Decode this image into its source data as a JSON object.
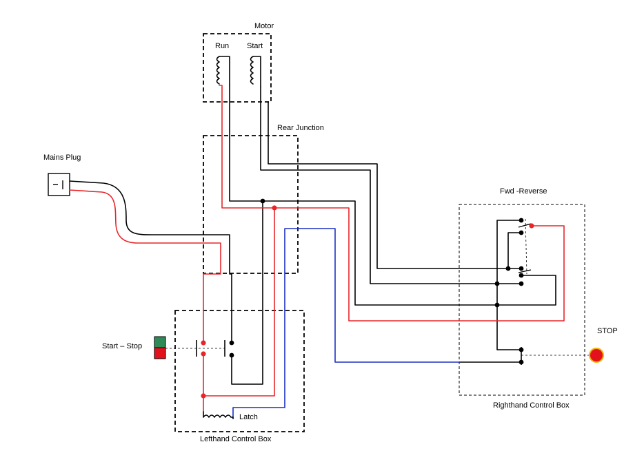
{
  "labels": {
    "motor": "Motor",
    "run": "Run",
    "start": "Start",
    "rear_junction": "Rear Junction",
    "mains_plug": "Mains Plug",
    "fwd_reverse": "Fwd -Reverse",
    "stop": "STOP",
    "start_stop": "Start – Stop",
    "latch": "Latch",
    "lefthand_box": "Lefthand Control Box",
    "righthand_box": "Righthand Control Box"
  },
  "colors": {
    "black_wire": "#000000",
    "red_wire": "#e8262a",
    "blue_wire": "#1a2fc2",
    "start_button": "#2e8b57",
    "stop_button": "#e3111b",
    "stop_button_ring": "#f4b400"
  }
}
